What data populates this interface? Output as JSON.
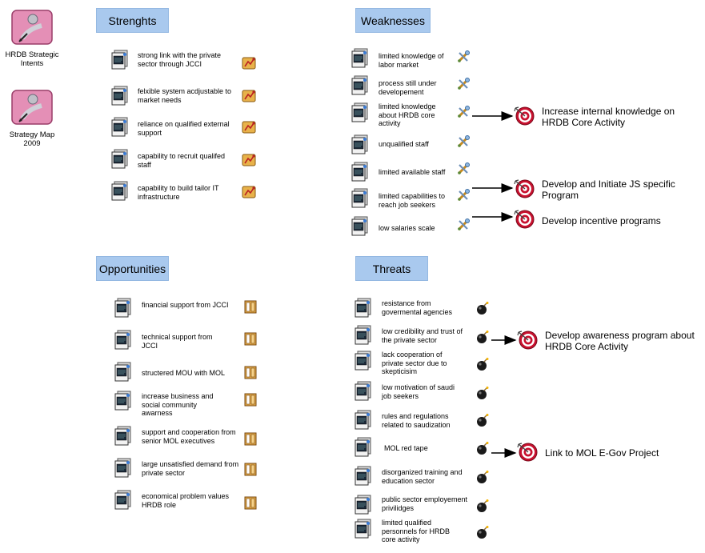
{
  "sidebar": {
    "items": [
      {
        "label": "HRDB Strategic Intents",
        "icon": "strategy-map-icon"
      },
      {
        "label": "Strategy Map 2009",
        "icon": "strategy-map-icon"
      }
    ]
  },
  "strengths": {
    "title": "Strenghts",
    "icon": "goal-icon",
    "items": [
      "strong link with the private sector through JCCI",
      "felxible system acdjustable to market needs",
      "reliance on qualified external support",
      "capability to recruit qualifed staff",
      "capability to build tailor IT infrastructure"
    ]
  },
  "weaknesses": {
    "title": "Weaknesses",
    "icon": "tools-icon",
    "items": [
      "limited knowledge of labor market",
      "process still under developement",
      "limited knowledge about HRDB core activity",
      "unqualified staff",
      "limited available staff",
      "limited capabilities to reach job seekers",
      "low salaries scale"
    ]
  },
  "opportunities": {
    "title": "Opportunities",
    "icon": "door-icon",
    "items": [
      "financial support from JCCI",
      "technical support from JCCI",
      "structered MOU with MOL",
      "increase business and social community awarness",
      "support and cooperation from senior MOL executives",
      "large unsatisfied demand from private sector",
      "economical problem values HRDB role"
    ]
  },
  "threats": {
    "title": "Threats",
    "icon": "bomb-icon",
    "items": [
      "resistance from govermental agencies",
      "low credibility and trust of the private sector",
      "lack cooperation of private sector due to skepticisim",
      "low motivation of saudi job seekers",
      "rules and regulations related to saudization",
      "MOL red tape",
      "disorganized training and education sector",
      "public sector employement privilidges",
      "limited qualified personnels for HRDB core activity"
    ]
  },
  "actions": [
    "Increase internal knowledge on HRDB Core Activity",
    "Develop and Initiate JS specific Program",
    "Develop incentive programs",
    "Develop awareness program about HRDB Core Activity",
    "Link to MOL E-Gov Project"
  ],
  "colors": {
    "header_bg": "#a9c9ee",
    "target_red": "#c8102e",
    "sidebar_icon_bg": "#e48fb6"
  }
}
